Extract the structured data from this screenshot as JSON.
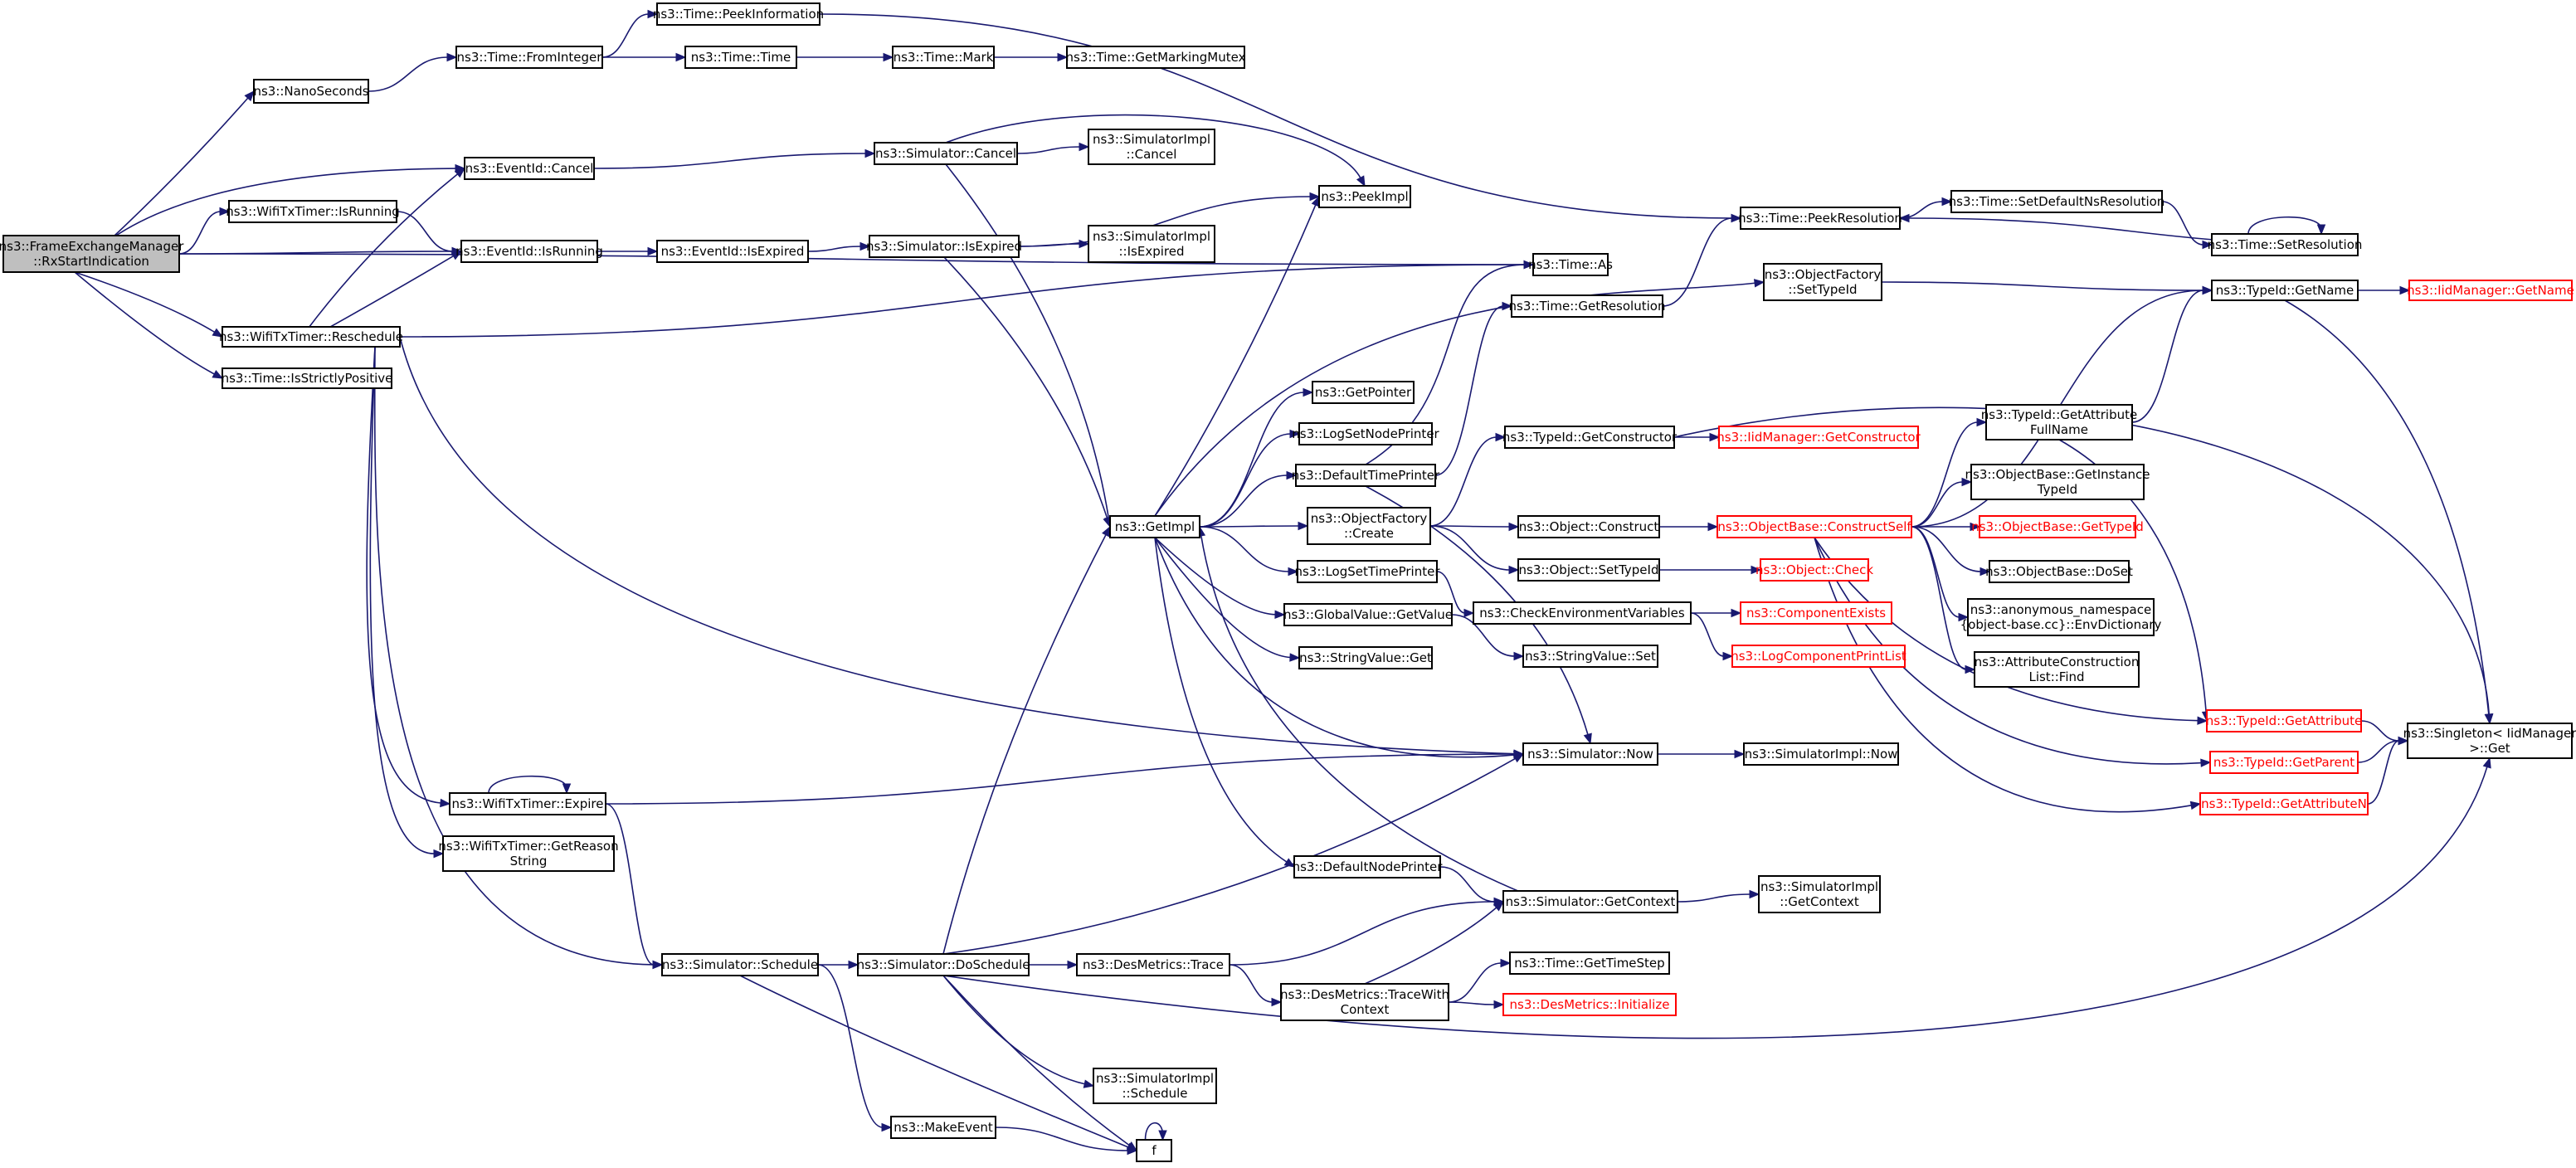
{
  "graph": {
    "colors": {
      "edge": "#191970",
      "root_fill": "#bfbfbf",
      "node_fill": "#ffffff",
      "node_border": "#000000",
      "truncated_border": "#ff0000"
    },
    "nodes": [
      {
        "id": "root",
        "lines": [
          "ns3::FrameExchangeManager",
          "::RxStartIndication"
        ],
        "root": true
      },
      {
        "id": "nano",
        "lines": [
          "ns3::NanoSeconds"
        ]
      },
      {
        "id": "fromint",
        "lines": [
          "ns3::Time::FromInteger"
        ]
      },
      {
        "id": "peekinfo",
        "lines": [
          "ns3::Time::PeekInformation"
        ]
      },
      {
        "id": "timetime",
        "lines": [
          "ns3::Time::Time"
        ]
      },
      {
        "id": "mark",
        "lines": [
          "ns3::Time::Mark"
        ]
      },
      {
        "id": "markmutex",
        "lines": [
          "ns3::Time::GetMarkingMutex"
        ]
      },
      {
        "id": "evcancel",
        "lines": [
          "ns3::EventId::Cancel"
        ]
      },
      {
        "id": "simcancel",
        "lines": [
          "ns3::Simulator::Cancel"
        ]
      },
      {
        "id": "simimplcancel",
        "lines": [
          "ns3::SimulatorImpl",
          "::Cancel"
        ]
      },
      {
        "id": "peekimpl",
        "lines": [
          "ns3::PeekImpl"
        ]
      },
      {
        "id": "wtisrunning",
        "lines": [
          "ns3::WifiTxTimer::IsRunning"
        ]
      },
      {
        "id": "evisrunning",
        "lines": [
          "ns3::EventId::IsRunning"
        ]
      },
      {
        "id": "evisexpired",
        "lines": [
          "ns3::EventId::IsExpired"
        ]
      },
      {
        "id": "simisexpired",
        "lines": [
          "ns3::Simulator::IsExpired"
        ]
      },
      {
        "id": "simimplisexpired",
        "lines": [
          "ns3::SimulatorImpl",
          "::IsExpired"
        ]
      },
      {
        "id": "timeas",
        "lines": [
          "ns3::Time::As"
        ]
      },
      {
        "id": "peekres",
        "lines": [
          "ns3::Time::PeekResolution"
        ]
      },
      {
        "id": "setdefres",
        "lines": [
          "ns3::Time::SetDefaultNsResolution"
        ]
      },
      {
        "id": "setres",
        "lines": [
          "ns3::Time::SetResolution"
        ]
      },
      {
        "id": "getres",
        "lines": [
          "ns3::Time::GetResolution"
        ]
      },
      {
        "id": "ofsettypeid",
        "lines": [
          "ns3::ObjectFactory",
          "::SetTypeId"
        ]
      },
      {
        "id": "tidgetname",
        "lines": [
          "ns3::TypeId::GetName"
        ]
      },
      {
        "id": "iidgetname",
        "lines": [
          "ns3::IidManager::GetName"
        ],
        "truncated": true
      },
      {
        "id": "reschedule",
        "lines": [
          "ns3::WifiTxTimer::Reschedule"
        ]
      },
      {
        "id": "isstrictlypos",
        "lines": [
          "ns3::Time::IsStrictlyPositive"
        ]
      },
      {
        "id": "getpointer",
        "lines": [
          "ns3::GetPointer"
        ]
      },
      {
        "id": "logsetnode",
        "lines": [
          "ns3::LogSetNodePrinter"
        ]
      },
      {
        "id": "deftimeprinter",
        "lines": [
          "ns3::DefaultTimePrinter"
        ]
      },
      {
        "id": "tidgetctor",
        "lines": [
          "ns3::TypeId::GetConstructor"
        ]
      },
      {
        "id": "iidgetctor",
        "lines": [
          "ns3::IidManager::GetConstructor"
        ],
        "truncated": true
      },
      {
        "id": "getimpl",
        "lines": [
          "ns3::GetImpl"
        ]
      },
      {
        "id": "ofcreate",
        "lines": [
          "ns3::ObjectFactory",
          "::Create"
        ]
      },
      {
        "id": "objconstruct",
        "lines": [
          "ns3::Object::Construct"
        ]
      },
      {
        "id": "constructself",
        "lines": [
          "ns3::ObjectBase::ConstructSelf"
        ],
        "truncated": true
      },
      {
        "id": "getattrfull",
        "lines": [
          "ns3::TypeId::GetAttribute",
          "FullName"
        ]
      },
      {
        "id": "obgetinst",
        "lines": [
          "ns3::ObjectBase::GetInstance",
          "TypeId"
        ]
      },
      {
        "id": "obgettid",
        "lines": [
          "ns3::ObjectBase::GetTypeId"
        ],
        "truncated": true
      },
      {
        "id": "logsettime",
        "lines": [
          "ns3::LogSetTimePrinter"
        ]
      },
      {
        "id": "objsettid",
        "lines": [
          "ns3::Object::SetTypeId"
        ]
      },
      {
        "id": "objcheck",
        "lines": [
          "ns3::Object::Check"
        ],
        "truncated": true
      },
      {
        "id": "obdoset",
        "lines": [
          "ns3::ObjectBase::DoSet"
        ]
      },
      {
        "id": "gvgetvalue",
        "lines": [
          "ns3::GlobalValue::GetValue"
        ]
      },
      {
        "id": "checkenv",
        "lines": [
          "ns3::CheckEnvironmentVariables"
        ]
      },
      {
        "id": "compexists",
        "lines": [
          "ns3::ComponentExists"
        ],
        "truncated": true
      },
      {
        "id": "anonenv",
        "lines": [
          "ns3::anonymous_namespace",
          "{object-base.cc}::EnvDictionary"
        ]
      },
      {
        "id": "svset",
        "lines": [
          "ns3::StringValue::Set"
        ]
      },
      {
        "id": "logcomplist",
        "lines": [
          "ns3::LogComponentPrintList"
        ],
        "truncated": true
      },
      {
        "id": "svget",
        "lines": [
          "ns3::StringValue::Get"
        ]
      },
      {
        "id": "attrfind",
        "lines": [
          "ns3::AttributeConstruction",
          "List::Find"
        ]
      },
      {
        "id": "tidgetattr",
        "lines": [
          "ns3::TypeId::GetAttribute"
        ],
        "truncated": true
      },
      {
        "id": "singleton",
        "lines": [
          "ns3::Singleton< IidManager",
          ">::Get"
        ]
      },
      {
        "id": "simnow",
        "lines": [
          "ns3::Simulator::Now"
        ]
      },
      {
        "id": "simimplnow",
        "lines": [
          "ns3::SimulatorImpl::Now"
        ]
      },
      {
        "id": "tidgetparent",
        "lines": [
          "ns3::TypeId::GetParent"
        ],
        "truncated": true
      },
      {
        "id": "tidgetattrn",
        "lines": [
          "ns3::TypeId::GetAttributeN"
        ],
        "truncated": true
      },
      {
        "id": "wtexpire",
        "lines": [
          "ns3::WifiTxTimer::Expire"
        ]
      },
      {
        "id": "wtreason",
        "lines": [
          "ns3::WifiTxTimer::GetReason",
          "String"
        ]
      },
      {
        "id": "defnodeprinter",
        "lines": [
          "ns3::DefaultNodePrinter"
        ]
      },
      {
        "id": "simgetctx",
        "lines": [
          "ns3::Simulator::GetContext"
        ]
      },
      {
        "id": "simimplgetctx",
        "lines": [
          "ns3::SimulatorImpl",
          "::GetContext"
        ]
      },
      {
        "id": "simschedule",
        "lines": [
          "ns3::Simulator::Schedule"
        ]
      },
      {
        "id": "simdoschedule",
        "lines": [
          "ns3::Simulator::DoSchedule"
        ]
      },
      {
        "id": "destrace",
        "lines": [
          "ns3::DesMetrics::Trace"
        ]
      },
      {
        "id": "gettimestep",
        "lines": [
          "ns3::Time::GetTimeStep"
        ]
      },
      {
        "id": "destracectx",
        "lines": [
          "ns3::DesMetrics::TraceWith",
          "Context"
        ]
      },
      {
        "id": "desinit",
        "lines": [
          "ns3::DesMetrics::Initialize"
        ],
        "truncated": true
      },
      {
        "id": "simimplsched",
        "lines": [
          "ns3::SimulatorImpl",
          "::Schedule"
        ]
      },
      {
        "id": "makeevent",
        "lines": [
          "ns3::MakeEvent"
        ]
      },
      {
        "id": "f",
        "lines": [
          "f"
        ]
      }
    ],
    "edges": [
      [
        "root",
        "nano"
      ],
      [
        "root",
        "evcancel"
      ],
      [
        "root",
        "wtisrunning"
      ],
      [
        "root",
        "evisrunning"
      ],
      [
        "root",
        "timeas"
      ],
      [
        "root",
        "reschedule"
      ],
      [
        "root",
        "isstrictlypos"
      ],
      [
        "nano",
        "fromint"
      ],
      [
        "fromint",
        "peekinfo"
      ],
      [
        "fromint",
        "timetime"
      ],
      [
        "timetime",
        "mark"
      ],
      [
        "mark",
        "markmutex"
      ],
      [
        "peekinfo",
        "peekres"
      ],
      [
        "evcancel",
        "simcancel"
      ],
      [
        "simcancel",
        "simimplcancel"
      ],
      [
        "simcancel",
        "peekimpl"
      ],
      [
        "simcancel",
        "getimpl"
      ],
      [
        "wtisrunning",
        "evisrunning"
      ],
      [
        "evisrunning",
        "evisexpired"
      ],
      [
        "evisexpired",
        "simisexpired"
      ],
      [
        "simisexpired",
        "simimplisexpired"
      ],
      [
        "simisexpired",
        "peekimpl"
      ],
      [
        "simisexpired",
        "getimpl"
      ],
      [
        "peekres",
        "setdefres"
      ],
      [
        "setdefres",
        "setres"
      ],
      [
        "setres",
        "peekres"
      ],
      [
        "setres",
        "setres"
      ],
      [
        "getres",
        "peekres"
      ],
      [
        "ofsettypeid",
        "tidgetname"
      ],
      [
        "tidgetname",
        "iidgetname"
      ],
      [
        "tidgetname",
        "singleton"
      ],
      [
        "reschedule",
        "evcancel"
      ],
      [
        "reschedule",
        "evisrunning"
      ],
      [
        "reschedule",
        "timeas"
      ],
      [
        "reschedule",
        "simnow"
      ],
      [
        "reschedule",
        "wtexpire"
      ],
      [
        "reschedule",
        "wtreason"
      ],
      [
        "reschedule",
        "simschedule"
      ],
      [
        "getimpl",
        "peekimpl"
      ],
      [
        "getimpl",
        "ofsettypeid"
      ],
      [
        "getimpl",
        "getpointer"
      ],
      [
        "getimpl",
        "logsetnode"
      ],
      [
        "getimpl",
        "deftimeprinter"
      ],
      [
        "getimpl",
        "ofcreate"
      ],
      [
        "getimpl",
        "logsettime"
      ],
      [
        "getimpl",
        "gvgetvalue"
      ],
      [
        "getimpl",
        "svget"
      ],
      [
        "getimpl",
        "simnow"
      ],
      [
        "getimpl",
        "defnodeprinter"
      ],
      [
        "deftimeprinter",
        "timeas"
      ],
      [
        "deftimeprinter",
        "getres"
      ],
      [
        "deftimeprinter",
        "simnow"
      ],
      [
        "ofcreate",
        "tidgetctor"
      ],
      [
        "ofcreate",
        "objconstruct"
      ],
      [
        "ofcreate",
        "objsettid"
      ],
      [
        "tidgetctor",
        "iidgetctor"
      ],
      [
        "tidgetctor",
        "singleton"
      ],
      [
        "objconstruct",
        "constructself"
      ],
      [
        "objsettid",
        "objcheck"
      ],
      [
        "constructself",
        "tidgetname"
      ],
      [
        "constructself",
        "getattrfull"
      ],
      [
        "constructself",
        "obgetinst"
      ],
      [
        "constructself",
        "obgettid"
      ],
      [
        "constructself",
        "obdoset"
      ],
      [
        "constructself",
        "anonenv"
      ],
      [
        "constructself",
        "attrfind"
      ],
      [
        "constructself",
        "tidgetattr"
      ],
      [
        "constructself",
        "tidgetparent"
      ],
      [
        "constructself",
        "tidgetattrn"
      ],
      [
        "getattrfull",
        "tidgetname"
      ],
      [
        "getattrfull",
        "tidgetattr"
      ],
      [
        "tidgetattr",
        "singleton"
      ],
      [
        "tidgetparent",
        "singleton"
      ],
      [
        "tidgetattrn",
        "singleton"
      ],
      [
        "logsettime",
        "checkenv"
      ],
      [
        "checkenv",
        "compexists"
      ],
      [
        "checkenv",
        "logcomplist"
      ],
      [
        "gvgetvalue",
        "svset"
      ],
      [
        "simnow",
        "simimplnow"
      ],
      [
        "wtexpire",
        "wtexpire"
      ],
      [
        "wtexpire",
        "simnow"
      ],
      [
        "wtexpire",
        "simschedule"
      ],
      [
        "defnodeprinter",
        "simgetctx"
      ],
      [
        "simgetctx",
        "simimplgetctx"
      ],
      [
        "simgetctx",
        "getimpl"
      ],
      [
        "simschedule",
        "simdoschedule"
      ],
      [
        "simschedule",
        "makeevent"
      ],
      [
        "simschedule",
        "f"
      ],
      [
        "simdoschedule",
        "getimpl"
      ],
      [
        "simdoschedule",
        "simnow"
      ],
      [
        "simdoschedule",
        "destrace"
      ],
      [
        "simdoschedule",
        "simimplsched"
      ],
      [
        "simdoschedule",
        "singleton"
      ],
      [
        "simdoschedule",
        "f"
      ],
      [
        "destrace",
        "simgetctx"
      ],
      [
        "destrace",
        "destracectx"
      ],
      [
        "destracectx",
        "simgetctx"
      ],
      [
        "destracectx",
        "gettimestep"
      ],
      [
        "destracectx",
        "desinit"
      ],
      [
        "makeevent",
        "f"
      ],
      [
        "f",
        "f"
      ]
    ]
  }
}
